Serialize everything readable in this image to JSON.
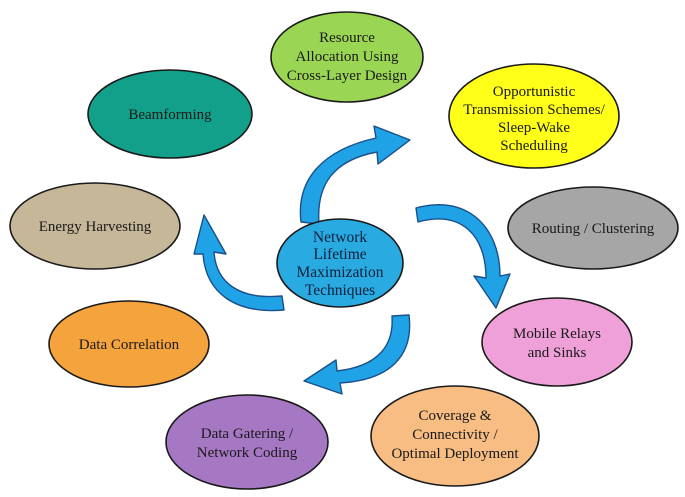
{
  "center": {
    "lines": [
      "Network",
      "Lifetime",
      "Maximization",
      "Techniques"
    ],
    "color": "#29abe2"
  },
  "nodes": [
    {
      "id": "resource-allocation",
      "lines": [
        "Resource",
        "Allocation Using",
        "Cross-Layer Design"
      ],
      "color": "#9ad654"
    },
    {
      "id": "opportunistic-transmission",
      "lines": [
        "Opportunistic",
        "Transmission Schemes/",
        "Sleep-Wake",
        "Scheduling"
      ],
      "color": "#ffff1a"
    },
    {
      "id": "routing-clustering",
      "lines": [
        "Routing / Clustering"
      ],
      "color": "#a6a6a6"
    },
    {
      "id": "mobile-relays",
      "lines": [
        "Mobile Relays",
        "and Sinks"
      ],
      "color": "#f0a0d8"
    },
    {
      "id": "coverage-connectivity",
      "lines": [
        "Coverage &",
        "Connectivity /",
        "Optimal Deployment"
      ],
      "color": "#f7bd82"
    },
    {
      "id": "data-gathering",
      "lines": [
        "Data Gatering /",
        "Network Coding"
      ],
      "color": "#a678c4"
    },
    {
      "id": "data-correlation",
      "lines": [
        "Data Correlation"
      ],
      "color": "#f5a33c"
    },
    {
      "id": "energy-harvesting",
      "lines": [
        "Energy Harvesting"
      ],
      "color": "#c7b799"
    },
    {
      "id": "beamforming",
      "lines": [
        "Beamforming"
      ],
      "color": "#12a08a"
    }
  ]
}
